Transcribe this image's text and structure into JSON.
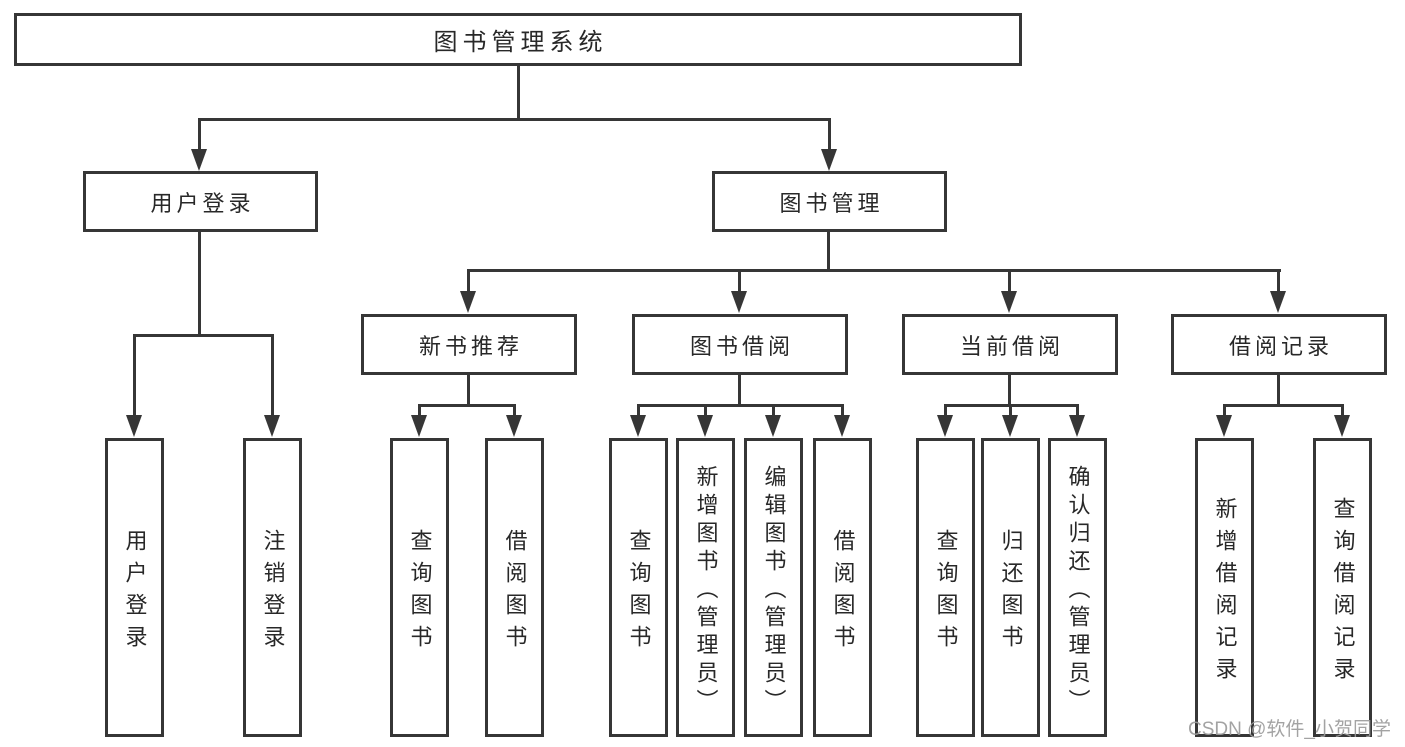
{
  "diagram": {
    "root": {
      "label": "图书管理系统"
    },
    "branches": [
      {
        "label": "用户登录",
        "children": [
          {
            "label": "用户登录"
          },
          {
            "label": "注销登录"
          }
        ]
      },
      {
        "label": "图书管理",
        "children": [
          {
            "label": "新书推荐",
            "children": [
              {
                "label": "查询图书"
              },
              {
                "label": "借阅图书"
              }
            ]
          },
          {
            "label": "图书借阅",
            "children": [
              {
                "label": "查询图书"
              },
              {
                "label": "新增图书（管理员）"
              },
              {
                "label": "编辑图书（管理员）"
              },
              {
                "label": "借阅图书"
              }
            ]
          },
          {
            "label": "当前借阅",
            "children": [
              {
                "label": "查询图书"
              },
              {
                "label": "归还图书"
              },
              {
                "label": "确认归还（管理员）"
              }
            ]
          },
          {
            "label": "借阅记录",
            "children": [
              {
                "label": "新增借阅记录"
              },
              {
                "label": "查询借阅记录"
              }
            ]
          }
        ]
      }
    ]
  },
  "colors": {
    "line": "#363636",
    "text": "#282828",
    "background": "#ffffff",
    "watermark_text": "#9c9c9c"
  },
  "watermark": {
    "text": "CSDN @软件_小贺同学"
  }
}
